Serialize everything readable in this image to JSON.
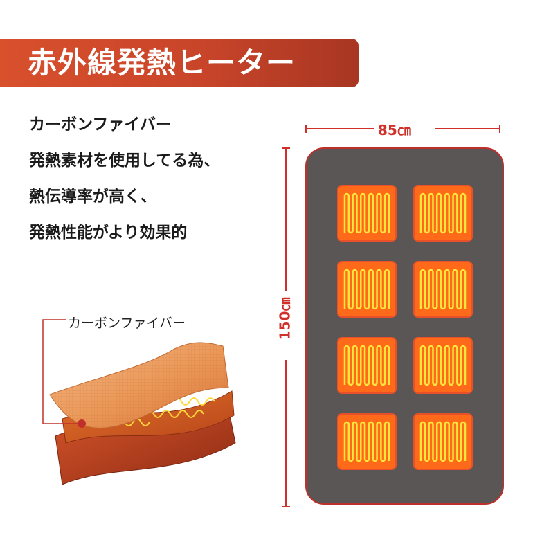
{
  "title": "赤外線発熱ヒーター",
  "description": [
    "カーボンファイバー",
    "発熱素材を使用してる為、",
    "熱伝導率が高く、",
    "発熱性能がより効果的"
  ],
  "layer_label": "カーボンファイバー",
  "dimensions": {
    "width": "85㎝",
    "height": "150㎝"
  },
  "pad": {
    "heating_zones": 8,
    "colors": {
      "banner": "#c9452a",
      "pad_body": "#5a5656",
      "pad_border": "#c0302a",
      "element_fill": "#ff6a1a",
      "element_wire": "#ffe63a",
      "dimension_line": "#d0302a"
    }
  }
}
